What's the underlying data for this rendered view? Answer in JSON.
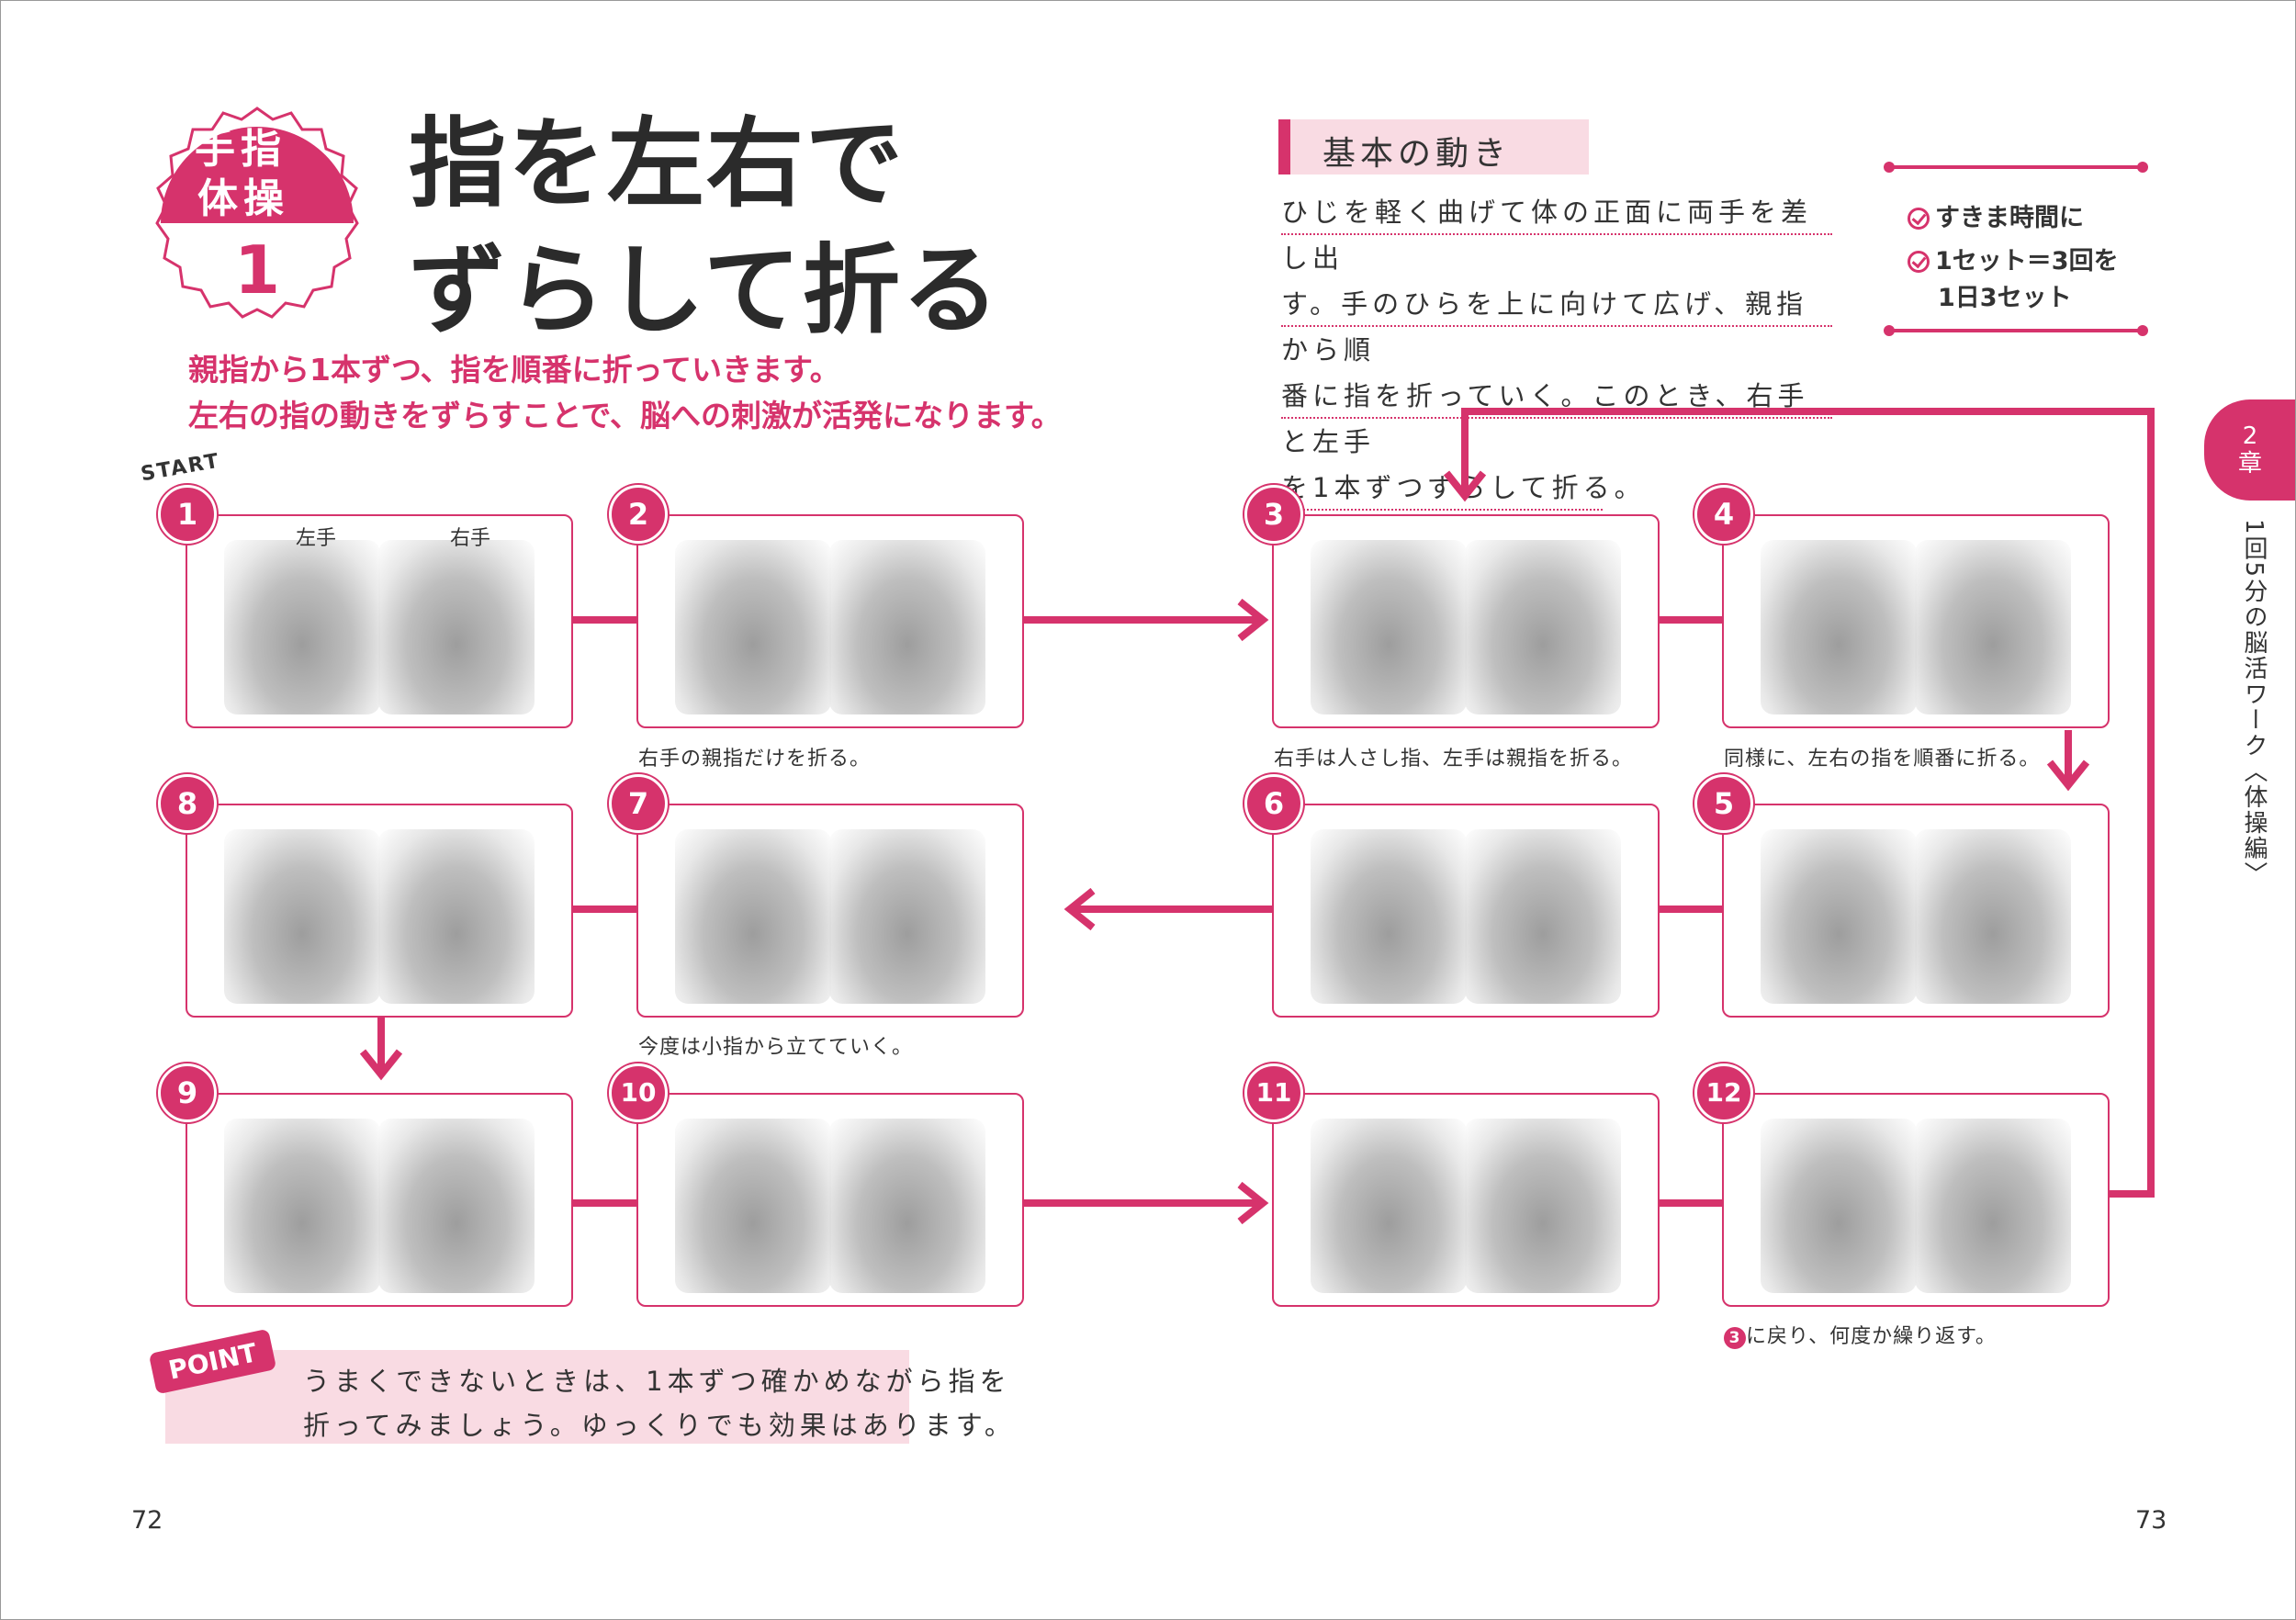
{
  "badge": {
    "line1": "手指",
    "line2": "体操",
    "number": "1"
  },
  "title": {
    "line1": "指を左右で",
    "line2": "ずらして折る"
  },
  "lead": {
    "line1": "親指から1本ずつ、指を順番に折っていきます。",
    "line2": "左右の指の動きをずらすことで、脳への刺激が活発になります。"
  },
  "basic": {
    "label": "基本の動き",
    "lines": [
      "ひじを軽く曲げて体の正面に両手を差し出",
      "す。手のひらを上に向けて広げ、親指から順",
      "番に指を折っていく。このとき、右手と左手",
      "を1本ずつずらして折る。"
    ]
  },
  "sets": {
    "row1": "すきま時間に",
    "row2": "1セット＝3回を",
    "row3": "1日3セット"
  },
  "chapter": {
    "tab_line1": "2",
    "tab_line2": "章",
    "side_title": "1回5分の脳活ワーク〈体操編〉"
  },
  "start_label": "START",
  "hand_labels": {
    "left": "左手",
    "right": "右手"
  },
  "steps": [
    {
      "num": "1"
    },
    {
      "num": "2"
    },
    {
      "num": "3"
    },
    {
      "num": "4"
    },
    {
      "num": "5"
    },
    {
      "num": "6"
    },
    {
      "num": "7"
    },
    {
      "num": "8"
    },
    {
      "num": "9"
    },
    {
      "num": "10"
    },
    {
      "num": "11"
    },
    {
      "num": "12"
    }
  ],
  "captions": {
    "c2": "右手の親指だけを折る。",
    "c3": "右手は人さし指、左手は親指を折る。",
    "c4": "同様に、左右の指を順番に折る。",
    "c7": "今度は小指から立てていく。",
    "c12_num": "3",
    "c12": "に戻り、何度か繰り返す。"
  },
  "point": {
    "tag": "POINT",
    "line1": "うまくできないときは、1本ずつ確かめながら指を",
    "line2": "折ってみましょう。ゆっくりでも効果はあります。"
  },
  "page_numbers": {
    "left": "72",
    "right": "73"
  },
  "colors": {
    "accent": "#d6336c",
    "accent_light": "#f9dbe3"
  }
}
